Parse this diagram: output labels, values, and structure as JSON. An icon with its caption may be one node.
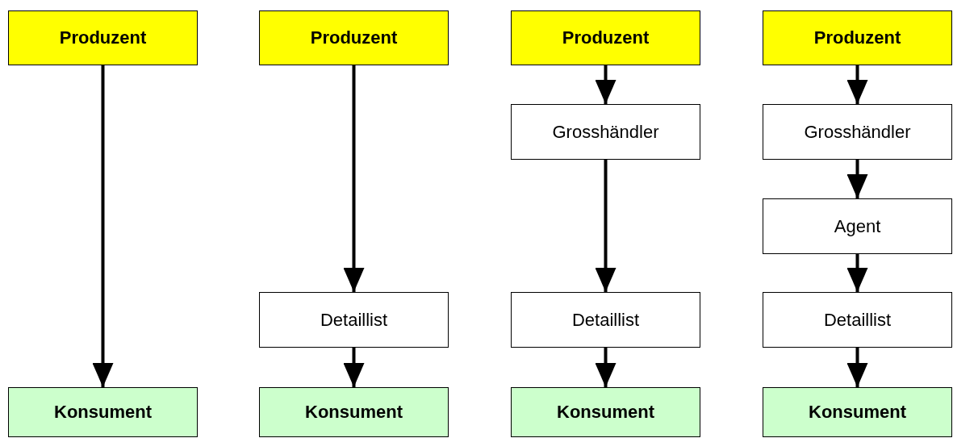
{
  "diagram": {
    "nodes": [
      {
        "text": [
          "Produzent"
        ]
      },
      {
        "text": [
          "Konsument"
        ]
      },
      {
        "text": [
          "Produzent"
        ]
      },
      {
        "text": [
          "Detaillist"
        ]
      },
      {
        "text": [
          "Konsument"
        ]
      },
      {
        "text": [
          "Produzent"
        ]
      },
      {
        "text": [
          "Grosshändler"
        ]
      },
      {
        "text": [
          "Detaillist"
        ]
      },
      {
        "text": [
          "Konsument"
        ]
      },
      {
        "text": [
          "Produzent"
        ]
      },
      {
        "text": [
          "Grosshändler"
        ]
      },
      {
        "text": [
          "Agent"
        ]
      },
      {
        "text": [
          "Detaillist"
        ]
      },
      {
        "text": [
          "Konsument"
        ]
      }
    ],
    "edges": [
      {
        "from": 0,
        "to": 1,
        "arrow": "to"
      },
      {
        "from": 2,
        "to": 3,
        "arrow": "to"
      },
      {
        "from": 3,
        "to": 4,
        "arrow": "to"
      },
      {
        "from": 5,
        "to": 6,
        "arrow": "to"
      },
      {
        "from": 6,
        "to": 7,
        "arrow": "to"
      },
      {
        "from": 7,
        "to": 8,
        "arrow": "to"
      },
      {
        "from": 9,
        "to": 10,
        "arrow": "to"
      },
      {
        "from": 10,
        "to": 11,
        "arrow": "to"
      },
      {
        "from": 11,
        "to": 12,
        "arrow": "to"
      },
      {
        "from": 12,
        "to": 13,
        "arrow": "to"
      }
    ]
  }
}
